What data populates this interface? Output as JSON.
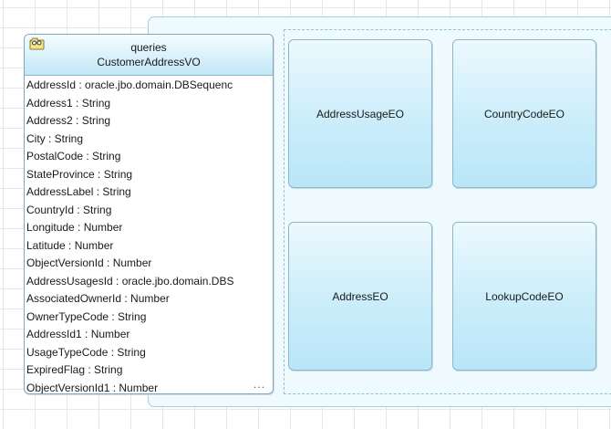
{
  "view_object": {
    "usage_name": "queries",
    "definition_name": "CustomerAddressVO",
    "icon": "view-object-icon",
    "attributes": [
      "AddressId : oracle.jbo.domain.DBSequenc",
      "Address1 : String",
      "Address2 : String",
      "City : String",
      "PostalCode : String",
      "StateProvince : String",
      "AddressLabel : String",
      "CountryId : String",
      "Longitude : Number",
      "Latitude : Number",
      "ObjectVersionId : Number",
      "AddressUsagesId : oracle.jbo.domain.DBS",
      "AssociatedOwnerId : Number",
      "OwnerTypeCode : String",
      "AddressId1 : Number",
      "UsageTypeCode : String",
      "ExpiredFlag : String",
      "ObjectVersionId1 : Number"
    ],
    "more_indicator": "..."
  },
  "entity_objects": {
    "address_usage": "AddressUsageEO",
    "country_code": "CountryCodeEO",
    "address": "AddressEO",
    "lookup_code": "LookupCodeEO"
  },
  "colors": {
    "canvas_grid": "#e3e6ea",
    "container_fill": "#eefafe",
    "box_gradient_top": "#edf9fe",
    "box_gradient_bottom": "#b9e6f8",
    "border": "#8db7c9"
  }
}
